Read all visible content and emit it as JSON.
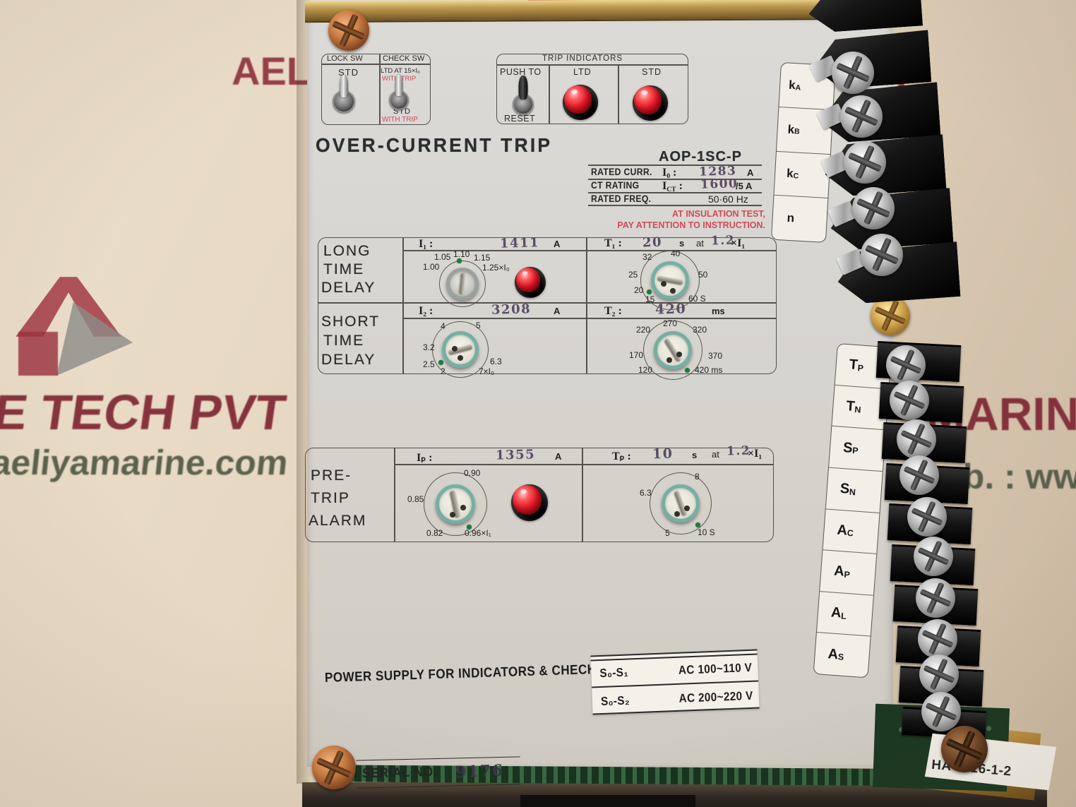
{
  "watermarks": {
    "top_left": "AEL",
    "top_right": "D.",
    "left_line1": "E TECH PVT",
    "left_line2": "aeliyamarine.com",
    "right_line1": "MARINE",
    "right_line2": "eb. : www"
  },
  "controls": {
    "lock_sw": {
      "header": "LOCK SW",
      "position": "STD"
    },
    "check_sw": {
      "header": "CHECK SW",
      "top_line1": "LTD AT 15×I₀",
      "top_line2": "WITH TRIP",
      "bottom_line1": "STD",
      "bottom_line2": "WITH TRIP"
    },
    "trip_indicators": {
      "header": "TRIP INDICATORS",
      "push_top": "PUSH TO",
      "push_bottom": "RESET",
      "led1_label": "LTD",
      "led2_label": "STD"
    }
  },
  "title": "OVER-CURRENT TRIP",
  "model": "AOP-1SC-P",
  "ratings": {
    "row1": {
      "label": "RATED CURR.",
      "sym": "I",
      "sub": "0",
      "sep": ":",
      "value": "1283",
      "unit": "A"
    },
    "row2": {
      "label": "CT RATING",
      "sym": "I",
      "sub": "CT",
      "sep": ":",
      "value": "1600",
      "unit": "/5 A"
    },
    "row3": {
      "label": "RATED FREQ.",
      "unit": "50·60 Hz"
    }
  },
  "warning": {
    "line1": "AT INSULATION TEST,",
    "line2": "PAY ATTENTION TO INSTRUCTION."
  },
  "sections": {
    "long": {
      "name1": "LONG",
      "name2": "TIME",
      "name3": "DELAY",
      "i_label": "I₁ :",
      "i_value": "1411",
      "i_unit": "A",
      "t_label": "T₁ :",
      "t_value": "20",
      "t_unit": "s",
      "t_at": "at",
      "t_mult": "1.2",
      "t_mult_unit": "×I₁"
    },
    "short": {
      "name1": "SHORT",
      "name2": "TIME",
      "name3": "DELAY",
      "i_label": "I₂ :",
      "i_value": "3208",
      "i_unit": "A",
      "t_label": "T₂ :",
      "t_value": "420",
      "t_unit": "ms"
    },
    "pretrip": {
      "name1": "PRE-",
      "name2": "TRIP",
      "name3": "ALARM",
      "i_label": "Iₚ :",
      "i_value": "1355",
      "i_unit": "A",
      "t_label": "Tₚ :",
      "t_value": "10",
      "t_unit": "s",
      "t_at": "at",
      "t_mult": "1.2",
      "t_mult_unit": "×I₁"
    }
  },
  "dials": {
    "i1": {
      "labels": [
        "1.00",
        "1.05",
        "1.10",
        "1.15",
        "1.25×I₀"
      ]
    },
    "t1": {
      "labels": [
        "15",
        "20",
        "25",
        "32",
        "40",
        "50",
        "60 S"
      ]
    },
    "i2": {
      "labels": [
        "2",
        "2.5",
        "3.2",
        "4",
        "5",
        "6.3",
        "7×I₀"
      ]
    },
    "t2": {
      "labels": [
        "120",
        "170",
        "220",
        "270",
        "320",
        "370",
        "420 ms"
      ]
    },
    "ip": {
      "labels": [
        "0.82",
        "0.85",
        "0.90",
        "0.96×I₁"
      ]
    },
    "tp": {
      "labels": [
        "5",
        "6.3",
        "8",
        "10 S"
      ]
    }
  },
  "power": {
    "label": "POWER SUPPLY FOR INDICATORS & CHECK",
    "row1": {
      "terminals": "S₀-S₁",
      "voltage": "AC 100~110 V"
    },
    "row2": {
      "terminals": "S₀-S₂",
      "voltage": "AC 200~220 V"
    }
  },
  "serial": {
    "label": "SERIAL NO.",
    "value": "9176"
  },
  "terminals": {
    "upper": [
      {
        "main": "k",
        "sub": "A"
      },
      {
        "main": "k",
        "sub": "B"
      },
      {
        "main": "k",
        "sub": "C"
      },
      {
        "main": "n",
        "sub": ""
      }
    ],
    "lower": [
      {
        "main": "T",
        "sub": "P"
      },
      {
        "main": "T",
        "sub": "N"
      },
      {
        "main": "S",
        "sub": "P"
      },
      {
        "main": "S",
        "sub": "N"
      },
      {
        "main": "A",
        "sub": "C"
      },
      {
        "main": "A",
        "sub": "P"
      },
      {
        "main": "A",
        "sub": "L"
      },
      {
        "main": "A",
        "sub": "S"
      }
    ]
  },
  "part_code": "HA 8016-1-2",
  "colors": {
    "accent_red_led": "#e01728",
    "stamp_ink": "#5c4b66",
    "warning_red": "#cf4b5a",
    "dial_ring": "#74b0a2",
    "brass": "#bd9a50"
  }
}
